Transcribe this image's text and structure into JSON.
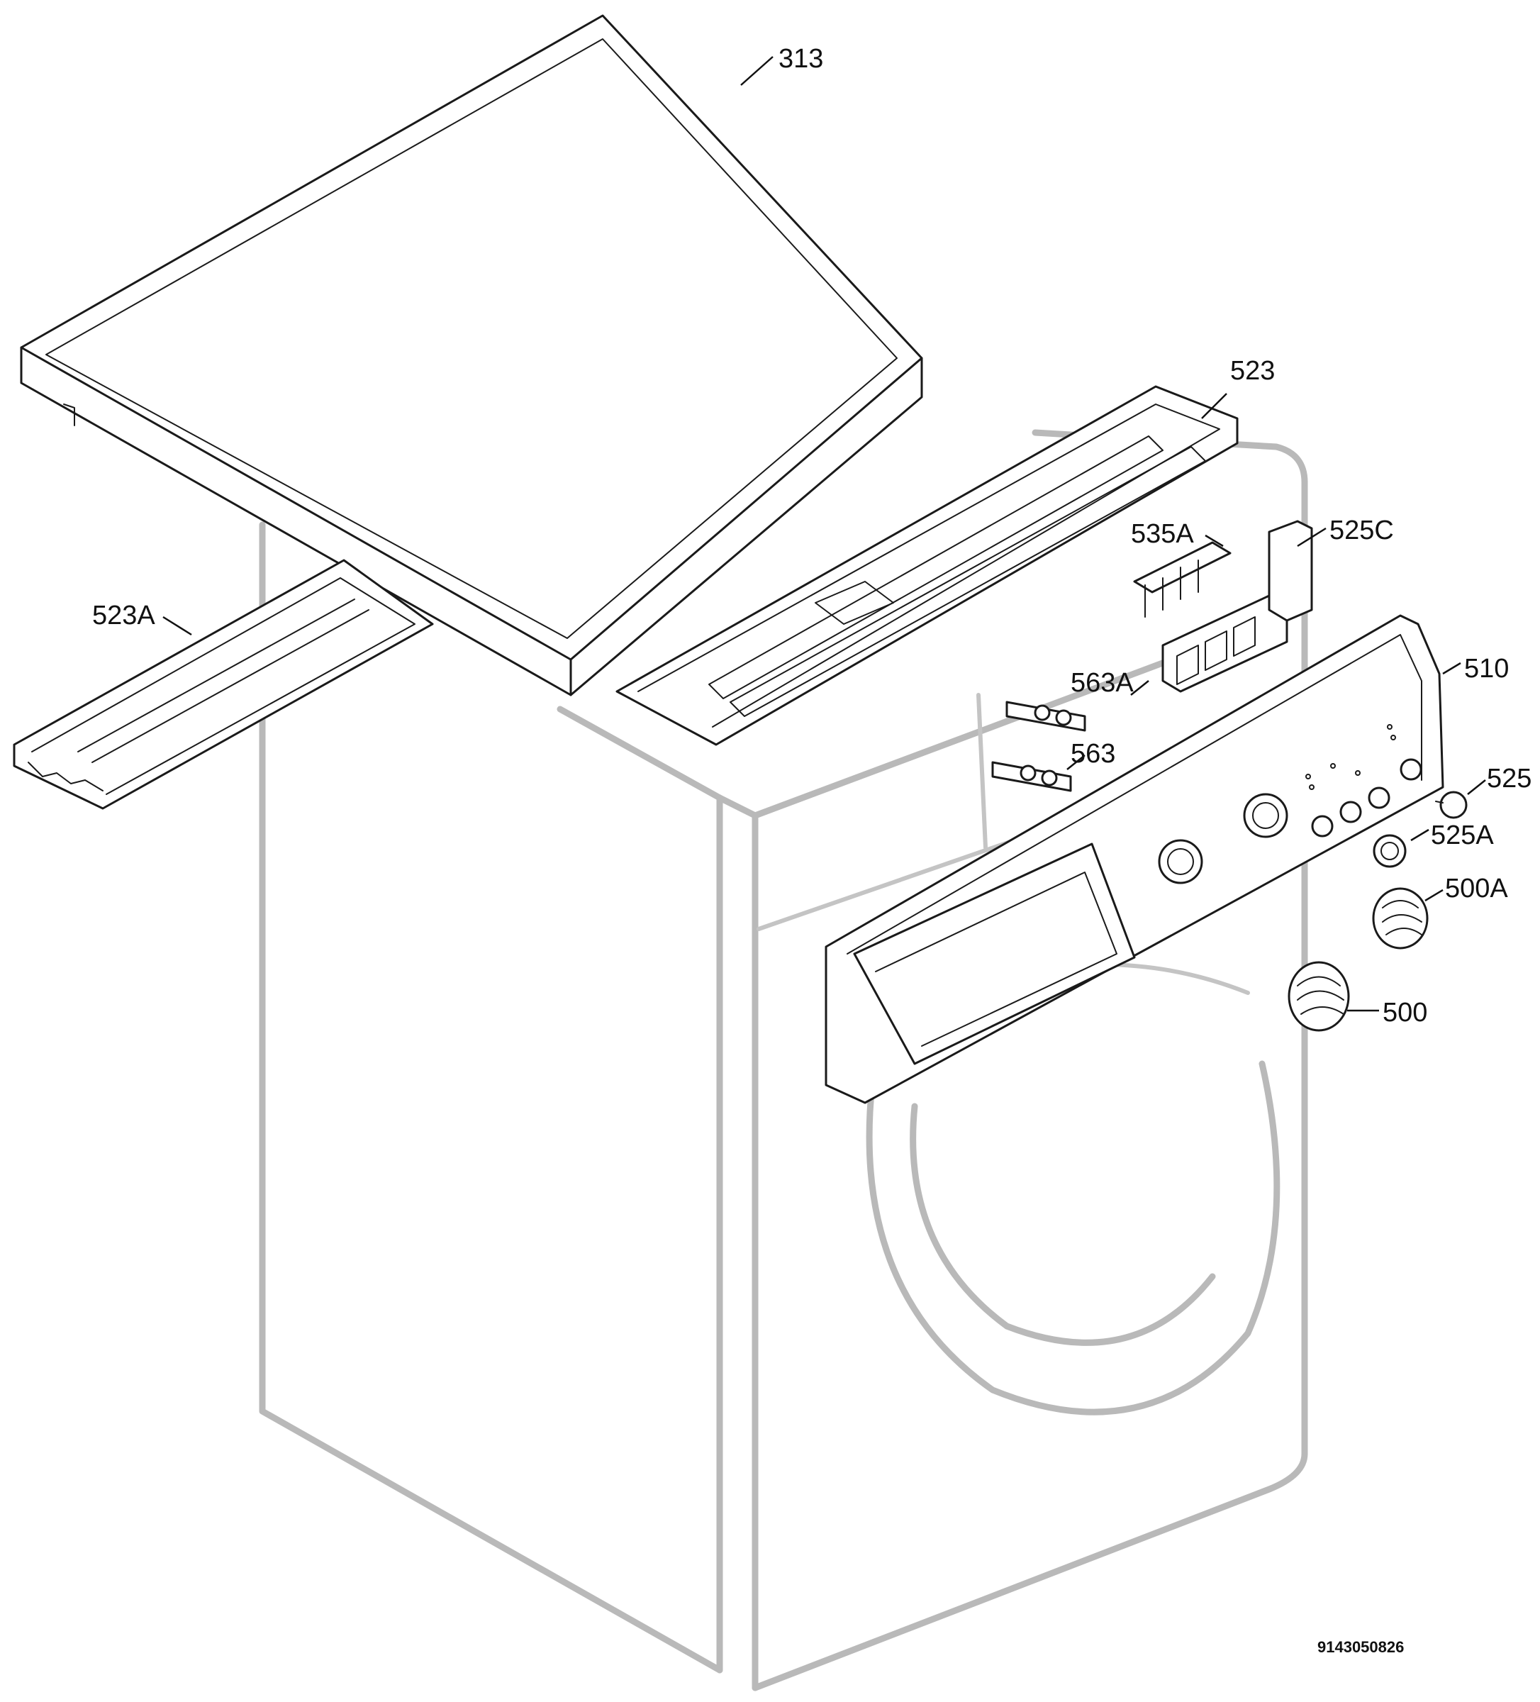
{
  "callouts": {
    "p313": "313",
    "p523": "523",
    "p523A": "523A",
    "p535A": "535A",
    "p525C": "525C",
    "p563A": "563A",
    "p563": "563",
    "p510": "510",
    "p525": "525",
    "p525A": "525A",
    "p500A": "500A",
    "p500": "500"
  },
  "document_number": "9143050826"
}
